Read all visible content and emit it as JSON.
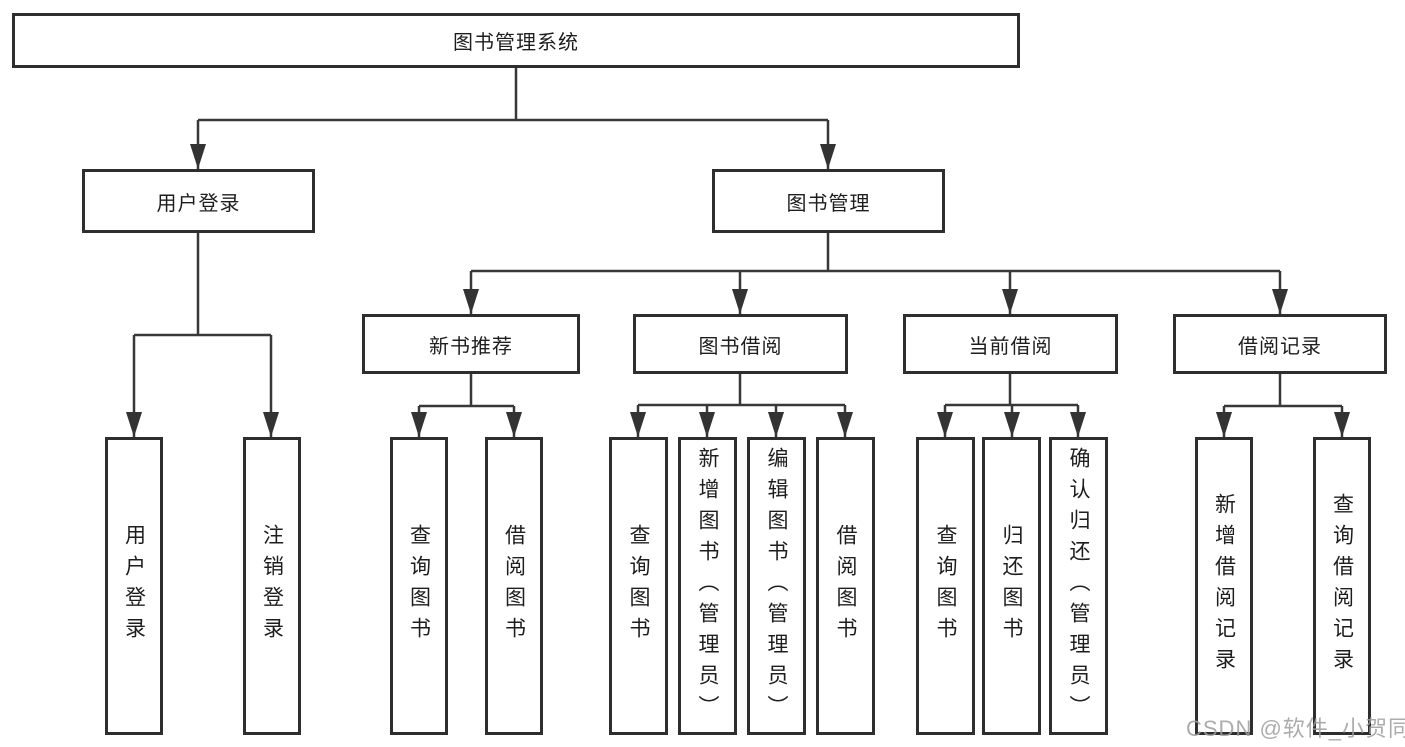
{
  "tree": {
    "root": {
      "label": "图书管理系统",
      "children": [
        {
          "label": "用户登录",
          "children": [
            {
              "label": "用户登录"
            },
            {
              "label": "注销登录"
            }
          ]
        },
        {
          "label": "图书管理",
          "children": [
            {
              "label": "新书推荐",
              "children": [
                {
                  "label": "查询图书"
                },
                {
                  "label": "借阅图书"
                }
              ]
            },
            {
              "label": "图书借阅",
              "children": [
                {
                  "label": "查询图书"
                },
                {
                  "label": "新增图书（管理员）"
                },
                {
                  "label": "编辑图书（管理员）"
                },
                {
                  "label": "借阅图书"
                }
              ]
            },
            {
              "label": "当前借阅",
              "children": [
                {
                  "label": "查询图书"
                },
                {
                  "label": "归还图书"
                },
                {
                  "label": "确认归还（管理员）"
                }
              ]
            },
            {
              "label": "借阅记录",
              "children": [
                {
                  "label": "新增借阅记录"
                },
                {
                  "label": "查询借阅记录"
                }
              ]
            }
          ]
        }
      ]
    }
  },
  "watermark": {
    "text": "CSDN @软件_小贺同学"
  },
  "colors": {
    "background": "#ffffff",
    "box_border": "#2e2e2e",
    "line": "#383838",
    "text": "#1e1e1e",
    "watermark": "#9e9e9e"
  }
}
